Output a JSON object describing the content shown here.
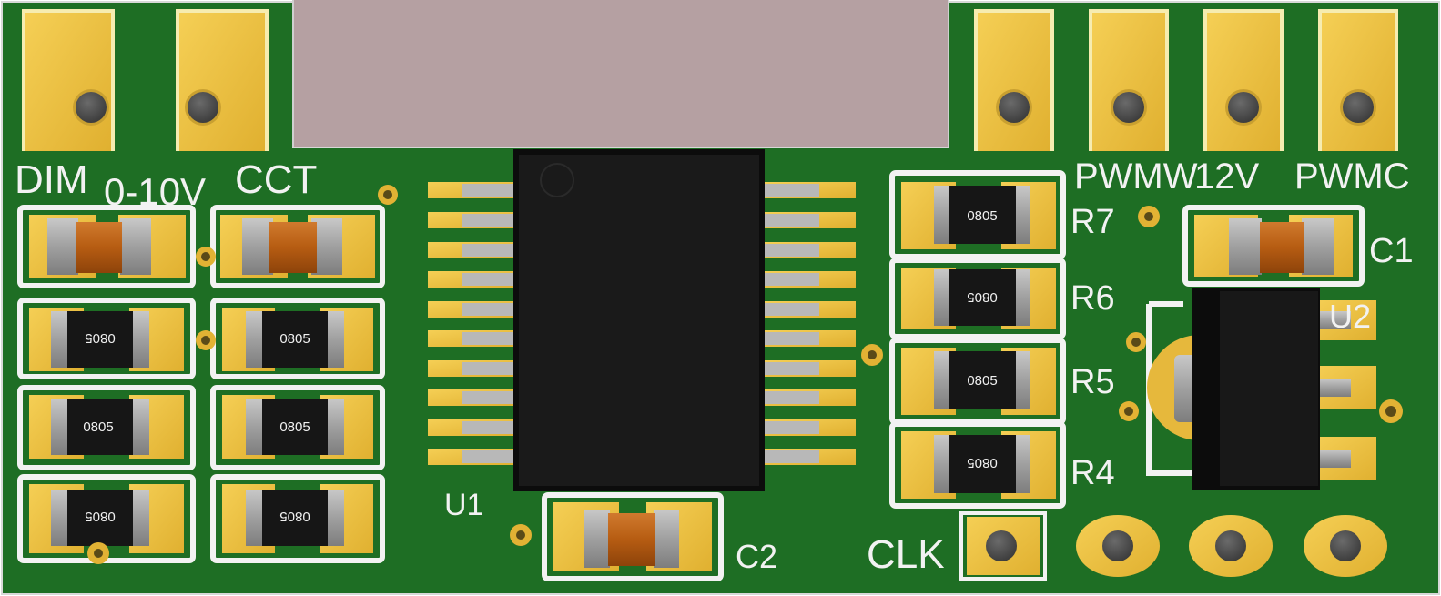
{
  "board": {
    "colors": {
      "solder_mask": "#1e6e24",
      "copper_pad": "#ebbf3e",
      "silkscreen": "#f2f2f2",
      "ic_body": "#141414",
      "resistor_body": "#161616",
      "capacitor_body": "#b65c12",
      "end_cap": "#9c9c9c",
      "cutout": "#b5a0a2",
      "drill_hole": "#4a4a4a"
    },
    "connector_labels": {
      "dim": "DIM",
      "voltage": "0-10V",
      "cct": "CCT",
      "pwmw": "PWMW",
      "v12": "12V",
      "pwmc": "PWMC",
      "clk": "CLK"
    },
    "designators": {
      "r7": "R7",
      "r6": "R6",
      "r5": "R5",
      "r4": "R4",
      "c1": "C1",
      "c2": "C2",
      "u1": "U1",
      "u2": "U2"
    },
    "resistor_marking": "0805"
  }
}
